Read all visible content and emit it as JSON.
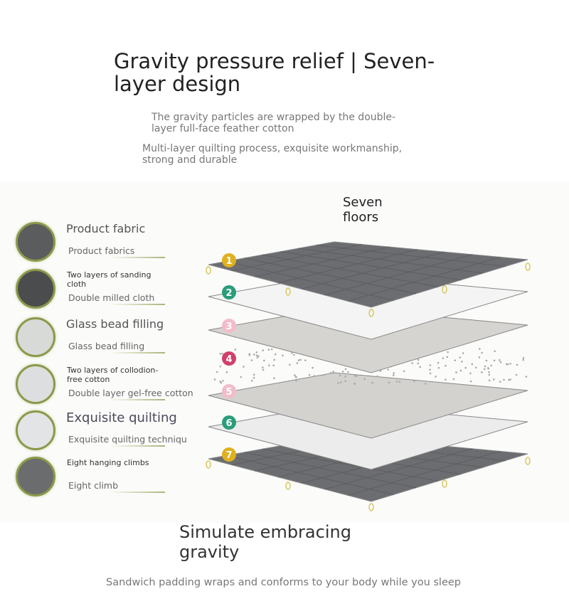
{
  "header": {
    "title": "Gravity pressure relief | Seven-layer design",
    "subtitle_1": "The gravity particles are wrapped by the double-layer full-face feather cotton",
    "subtitle_2": "Multi-layer quilting process, exquisite workmanship, strong and durable"
  },
  "layers_heading": "Seven floors",
  "features": [
    {
      "title": "Product fabric",
      "subtitle": "Product fabrics",
      "style": "big",
      "swatch": "#5a5c5e"
    },
    {
      "title": "Two layers of sanding cloth",
      "subtitle": "Double milled cloth",
      "style": "small",
      "swatch": "#4a4c4e"
    },
    {
      "title": "Glass bead filling",
      "subtitle": "Glass bead filling",
      "style": "big",
      "swatch": "#d8dad8"
    },
    {
      "title": "Two layers of collodion-free cotton",
      "subtitle": "Double layer gel-free cotton",
      "style": "small",
      "swatch": "#dcdedf"
    },
    {
      "title": "Exquisite quilting",
      "subtitle": "Exquisite quilting techniqu",
      "style": "big",
      "swatch": "#e2e4e6"
    },
    {
      "title": "Eight hanging climbs",
      "subtitle": "Eight climb",
      "style": "small",
      "swatch": "#6a6c6e"
    }
  ],
  "layers": [
    {
      "number": "1",
      "badge_color": "#e0b020",
      "fill": "#6b6d70"
    },
    {
      "number": "2",
      "badge_color": "#2a9d7a",
      "fill": "#f4f4f4"
    },
    {
      "number": "3",
      "badge_color": "#f2bccb",
      "fill": "#d6d4d0"
    },
    {
      "number": "4",
      "badge_color": "#d0406a",
      "fill": "none"
    },
    {
      "number": "5",
      "badge_color": "#f2bccb",
      "fill": "#d4d2cf"
    },
    {
      "number": "6",
      "badge_color": "#2a9d7a",
      "fill": "#ececec"
    },
    {
      "number": "7",
      "badge_color": "#e0b020",
      "fill": "#6b6d70"
    }
  ],
  "bottom": {
    "heading": "Simulate embracing gravity",
    "caption": "Sandwich padding wraps and conforms to your body while you sleep"
  }
}
